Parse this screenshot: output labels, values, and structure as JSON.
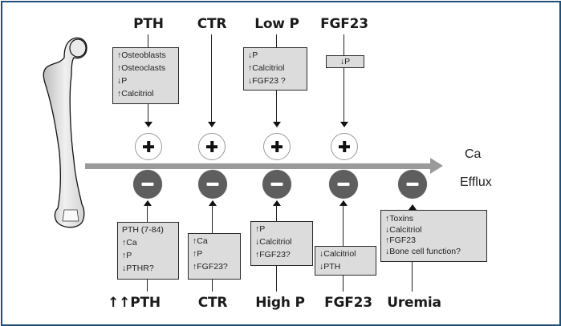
{
  "diagram": {
    "axis": {
      "label_line1": "Ca",
      "label_line2": "Efflux"
    },
    "stimulators": [
      {
        "title": "PTH",
        "effects": [
          "↑Osteoblasts",
          "↑Osteoclasts",
          "↓P",
          "↑Calcitriol"
        ]
      },
      {
        "title": "CTR",
        "effects": []
      },
      {
        "title": "Low P",
        "effects": [
          "↓P",
          "↑Calcitriol",
          "↓FGF23 ?"
        ]
      },
      {
        "title": "FGF23",
        "effects": [
          "↓P"
        ]
      }
    ],
    "inhibitors": [
      {
        "title": "↑↑PTH",
        "effects": [
          "PTH (7-84)",
          "↑Ca",
          "↑P",
          "↓PTHR?"
        ]
      },
      {
        "title": "CTR",
        "effects": [
          "↑Ca",
          "↑P",
          "↑FGF23?"
        ]
      },
      {
        "title": "High P",
        "effects": [
          "↑P",
          "↓Calcitriol",
          "↑FGF23?"
        ]
      },
      {
        "title": "FGF23",
        "effects": [
          "↓Calcitriol",
          "↓PTH"
        ]
      },
      {
        "title": "Uremia",
        "effects": [
          "↑Toxins",
          "↓Calcitriol",
          "↑FGF23",
          "↓Bone cell function?"
        ]
      }
    ],
    "colors": {
      "frame": "#1f4e79",
      "box_fill": "#dcdcdc",
      "arrow": "#9a9a9a",
      "minus_fill": "#5e5e5e"
    }
  }
}
